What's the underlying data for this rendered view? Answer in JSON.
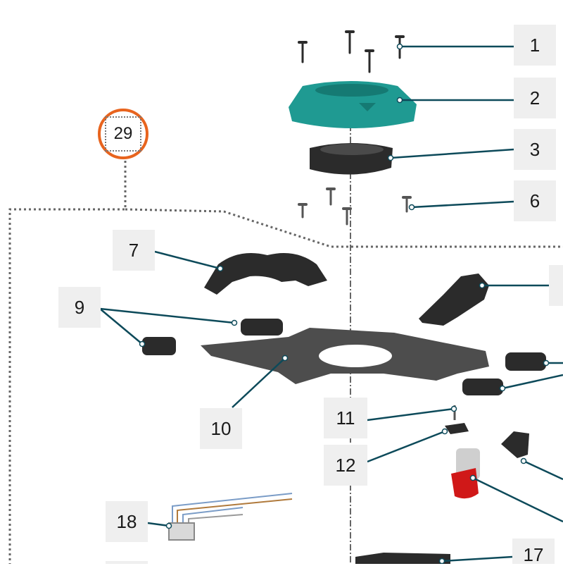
{
  "diagram": {
    "assembly_badge": "29",
    "colors": {
      "accent_ring": "#e8641e",
      "teal_part": "#1f9a92",
      "dark_part": "#2b2b2b",
      "leader_line": "#0d4a5a",
      "red_part": "#d01818"
    },
    "callouts": {
      "c1": "1",
      "c2": "2",
      "c3": "3",
      "c6": "6",
      "c7": "7",
      "c9": "9",
      "c10": "10",
      "c11": "11",
      "c12": "12",
      "c17": "17",
      "c18": "18"
    }
  }
}
